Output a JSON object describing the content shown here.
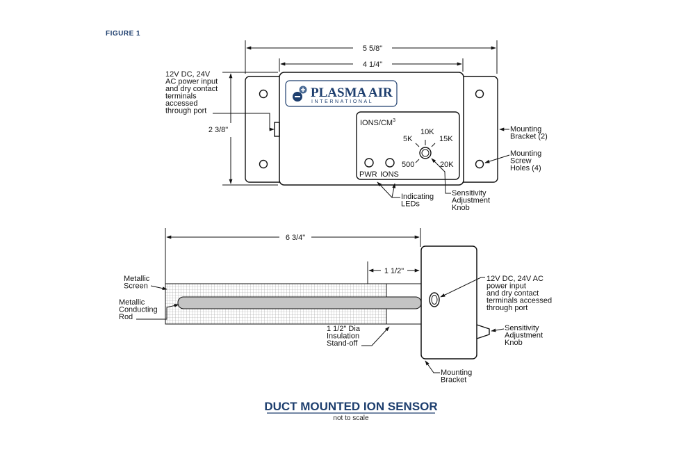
{
  "figure_label": "FIGURE 1",
  "logo": {
    "name": "PLASMA AIR",
    "tagline": "INTERNATIONAL",
    "brand_color": "#1d3e6e"
  },
  "top_view": {
    "dim_overall_width": "5 5/8\"",
    "dim_body_width": "4 1/4\"",
    "dim_height": "2 3/8\"",
    "power_note": [
      "12V DC, 24V",
      "AC power input",
      "and dry contact",
      "terminals",
      "accessed",
      "through port"
    ],
    "ions_label": "IONS/CM",
    "ions_superscript": "3",
    "scale_marks": [
      "5K",
      "10K",
      "15K",
      "500",
      "20K"
    ],
    "led_labels": [
      "PWR",
      "IONS"
    ],
    "indicating_leds": [
      "Indicating",
      "LEDs"
    ],
    "sensitivity_knob": [
      "Sensitivity",
      "Adjustment",
      "Knob"
    ],
    "mounting_bracket": [
      "Mounting",
      "Bracket (2)"
    ],
    "mounting_holes": [
      "Mounting",
      "Screw",
      "Holes (4)"
    ]
  },
  "side_view": {
    "dim_probe_length": "6 3/4\"",
    "dim_standoff": "1 1/2\"",
    "metallic_screen": [
      "Metallic",
      "Screen"
    ],
    "conducting_rod": [
      "Metallic",
      "Conducting",
      "Rod"
    ],
    "insulation": [
      "1 1/2\" Dia",
      "Insulation",
      "Stand-off"
    ],
    "power_note": [
      "12V DC, 24V AC",
      "power input",
      "and dry contact",
      "terminals accessed",
      "through port"
    ],
    "sensitivity_knob": [
      "Sensitivity",
      "Adjustment",
      "Knob"
    ],
    "mounting_bracket": [
      "Mounting",
      "Bracket"
    ]
  },
  "title": "DUCT MOUNTED ION SENSOR",
  "subtitle": "not to scale"
}
